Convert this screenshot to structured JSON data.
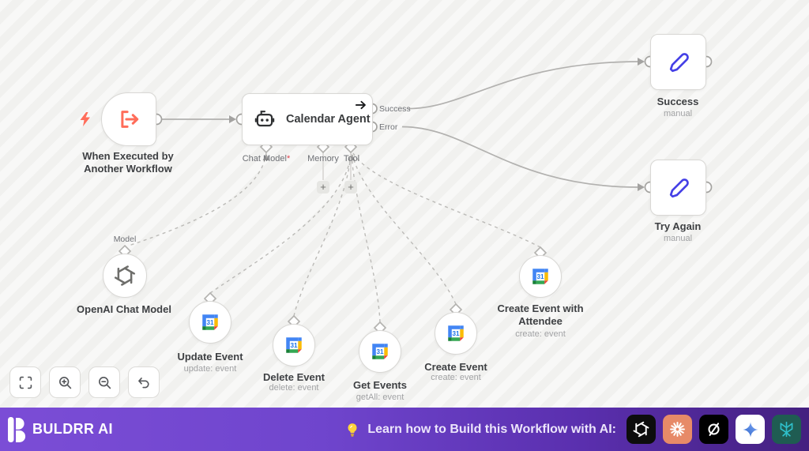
{
  "canvas": {
    "trigger": {
      "label": "When Executed by Another Workflow"
    },
    "agent": {
      "label": "Calendar Agent",
      "output_success_label": "Success",
      "output_error_label": "Error",
      "port_chat_model_label": "Chat Model",
      "required_marker": "*",
      "port_memory_label": "Memory",
      "port_tool_label": "Tool",
      "add_memory_label": "+",
      "add_tool_label": "+"
    },
    "success_node": {
      "label": "Success",
      "sublabel": "manual"
    },
    "try_again_node": {
      "label": "Try Again",
      "sublabel": "manual"
    },
    "model_node": {
      "port_label": "Model",
      "label": "OpenAI Chat Model"
    },
    "tool_nodes": [
      {
        "label": "Update Event",
        "sublabel": "update: event"
      },
      {
        "label": "Delete Event",
        "sublabel": "delete: event"
      },
      {
        "label": "Get Events",
        "sublabel": "getAll: event"
      },
      {
        "label": "Create Event",
        "sublabel": "create: event"
      },
      {
        "label": "Create Event with Attendee",
        "sublabel": "create: event"
      }
    ]
  },
  "toolbar": {
    "buttons": [
      "fit-view",
      "zoom-in",
      "zoom-out",
      "undo"
    ]
  },
  "footer": {
    "brand": "BULDRR AI",
    "message": "Learn how to Build this Workflow with AI:",
    "ai_tools": [
      "OpenAI",
      "Claude",
      "Grok",
      "Gemini",
      "Perplexity"
    ]
  },
  "colors": {
    "trigger_icon": "#ff6d5a",
    "pen_icon": "#4540e6",
    "edge_gray": "#b2b1af",
    "footer_gradient_start": "#7b4dd6",
    "footer_gradient_end": "#44207f",
    "claude_salmon": "#e78a68",
    "openai_black": "#0d0d0d",
    "grok_black": "#000000",
    "gemini_blue": "#2a63c9",
    "perplexity_teal": "#1f5c52",
    "gcal_blue": "#4285f4",
    "gcal_yellow": "#fbbc04",
    "gcal_green": "#34a853",
    "gcal_red": "#ea4335"
  }
}
